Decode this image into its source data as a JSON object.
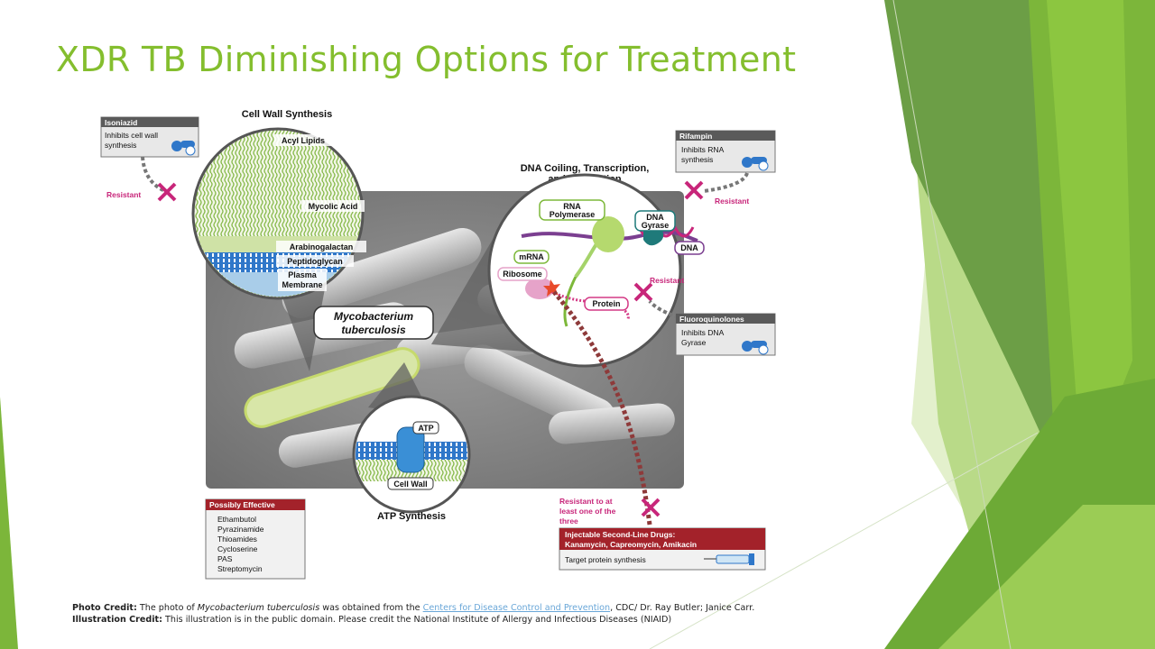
{
  "slide": {
    "title": "XDR TB Diminishing Options for Treatment"
  },
  "diagram": {
    "cell_wall_title": "Cell Wall Synthesis",
    "cell_wall_layers": [
      "Acyl Lipids",
      "Mycolic Acid",
      "Arabinogalactan",
      "Peptidoglycan",
      "Plasma",
      "Membrane"
    ],
    "organism_line1": "Mycobacterium",
    "organism_line2": "tuberculosis",
    "dna_title_line1": "DNA Coiling, Transcription,",
    "dna_title_line2": "and Translation",
    "dna_labels": {
      "rna_polymerase_1": "RNA",
      "rna_polymerase_2": "Polymerase",
      "dna_gyrase_1": "DNA",
      "dna_gyrase_2": "Gyrase",
      "dna": "DNA",
      "mrna": "mRNA",
      "ribosome": "Ribosome",
      "protein": "Protein"
    },
    "atp_title": "ATP Synthesis",
    "atp_label": "ATP",
    "atp_cell_wall": "Cell Wall",
    "isoniazid": {
      "name": "Isoniazid",
      "line1": "Inhibits cell wall",
      "line2": "synthesis"
    },
    "rifampin": {
      "name": "Rifampin",
      "line1": "Inhibits RNA",
      "line2": "synthesis"
    },
    "fluoroquinolones": {
      "name": "Fluoroquinolones",
      "line1": "Inhibits DNA",
      "line2": "Gyrase"
    },
    "resistant": "Resistant",
    "resistant_three_line1": "Resistant to at",
    "resistant_three_line2": "least one of the",
    "resistant_three_line3": "three",
    "possibly_effective": {
      "title": "Possibly Effective",
      "drugs": [
        "Ethambutol",
        "Pyrazinamide",
        "Thioamides",
        "Cycloserine",
        "PAS",
        "Streptomycin"
      ]
    },
    "injectable": {
      "title_line1": "Injectable Second-Line Drugs:",
      "title_line2": "Kanamycin, Capreomycin, Amikacin",
      "target": "Target protein synthesis"
    }
  },
  "credits": {
    "photo_label": "Photo Credit:",
    "photo_pre": " The photo of ",
    "photo_organism": "Mycobacterium tuberculosis",
    "photo_mid": " was obtained from the ",
    "photo_link": "Centers for Disease Control and Prevention",
    "photo_post": ", CDC/ Dr. Ray Butler; Janice Carr.",
    "illustration_label": "Illustration Credit:",
    "illustration_text": " This illustration is in the public domain. Please credit the National Institute of Allergy and Infectious Diseases (NIAID)"
  },
  "colors": {
    "title": "#84be2e",
    "resistant": "#c8267a",
    "box_header": "#5a5a5a",
    "possibly_effective_header": "#a3222a",
    "injectable_header": "#a3222a",
    "green_dark": "#5e9b3a",
    "green_mid": "#7db83a",
    "green_light": "#cfe7b0"
  }
}
